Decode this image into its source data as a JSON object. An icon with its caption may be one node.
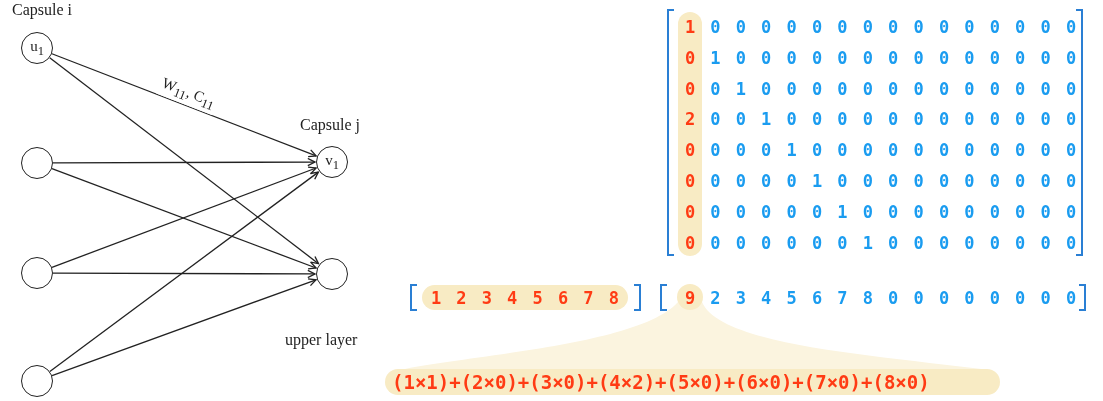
{
  "diagram": {
    "nodes": [
      {
        "text": [
          "u$_{1}$"
        ],
        "beside": [
          "Capsule i"
        ]
      },
      {
        "text": [],
        "shape": "circle"
      },
      {
        "text": [],
        "shape": "circle"
      },
      {
        "text": [],
        "shape": "circle"
      },
      {
        "text": [
          "v$_{1}$"
        ],
        "beside": [
          "Capsule j"
        ]
      },
      {
        "text": [],
        "shape": "circle"
      }
    ],
    "edges": [
      {
        "from": 0,
        "to": 4,
        "arrow": "to",
        "label": "W$_{11}$, C$_{11}$"
      },
      {
        "from": 0,
        "to": 5,
        "arrow": "to"
      },
      {
        "from": 1,
        "to": 4,
        "arrow": "to"
      },
      {
        "from": 1,
        "to": 5,
        "arrow": "to"
      },
      {
        "from": 2,
        "to": 4,
        "arrow": "to"
      },
      {
        "from": 2,
        "to": 5,
        "arrow": "to"
      },
      {
        "from": 3,
        "to": 4,
        "arrow": "to"
      },
      {
        "from": 3,
        "to": 5,
        "arrow": "to"
      }
    ],
    "labels": [
      "1",
      "0",
      "0",
      "0",
      "0",
      "0",
      "0",
      "0",
      "0",
      "0",
      "0",
      "0",
      "0",
      "0",
      "0",
      "0",
      "0",
      "1",
      "0",
      "0",
      "0",
      "0",
      "0",
      "0",
      "0",
      "0",
      "0",
      "0",
      "0",
      "0",
      "0",
      "0",
      "0",
      "0",
      "1",
      "0",
      "0",
      "0",
      "0",
      "0",
      "0",
      "0",
      "0",
      "0",
      "0",
      "0",
      "0",
      "0",
      "2",
      "0",
      "0",
      "1",
      "0",
      "0",
      "0",
      "0",
      "0",
      "0",
      "0",
      "0",
      "0",
      "0",
      "0",
      "0",
      "0",
      "0",
      "0",
      "0",
      "1",
      "0",
      "0",
      "0",
      "0",
      "0",
      "0",
      "0",
      "0",
      "0",
      "0",
      "0",
      "0",
      "0",
      "0",
      "0",
      "0",
      "1",
      "0",
      "0",
      "0",
      "0",
      "0",
      "0",
      "0",
      "0",
      "0",
      "0",
      "0",
      "0",
      "0",
      "0",
      "0",
      "0",
      "1",
      "0",
      "0",
      "0",
      "0",
      "0",
      "0",
      "0",
      "0",
      "0",
      "0",
      "0",
      "0",
      "0",
      "0",
      "0",
      "0",
      "1",
      "0",
      "0",
      "0",
      "0",
      "0",
      "0",
      "0",
      "0",
      "upper layer",
      "1",
      "2",
      "3",
      "4",
      "5",
      "6",
      "7",
      "8",
      "9",
      "2",
      "3",
      "4",
      "5",
      "6",
      "7",
      "8",
      "0",
      "0",
      "0",
      "0",
      "0",
      "0",
      "0",
      "0",
      "(1×1)+(2×0)+(3×0)+(4×2)+(5×0)+(6×0)+(7×0)+(8×0)"
    ]
  }
}
